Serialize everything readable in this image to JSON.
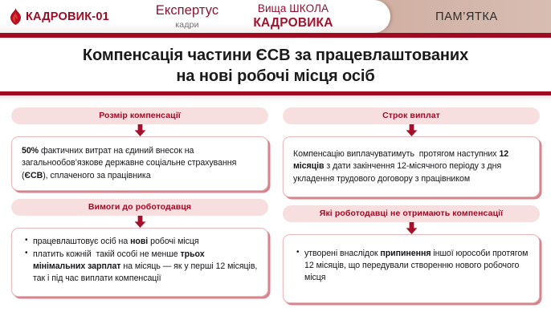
{
  "header": {
    "brand_name": "КАДРОВИК-01",
    "brand_icon": "flame-icon",
    "logo_expertus_line1": "Експертус",
    "logo_expertus_line2": "кадри",
    "logo_school_line1": "Вища ШКОЛА",
    "logo_school_line2": "КАДРОВИКА",
    "school_icon": "graduation-cap-icon",
    "memo_badge": "ПАМ’ЯТКА",
    "accent_color": "#9e0b23",
    "badge_bg_color": "#cdaa9c"
  },
  "title": {
    "line1": "Компенсація частини ЄСВ за працевлаштованих",
    "line2": "на нові робочі місця осіб"
  },
  "sections": {
    "compensation_amount": {
      "pill_label": "Розмір компенсації",
      "arrow_icon": "arrow-down-icon",
      "body_html": "<b>50%</b> фактичних витрат на єдиний внесок на загальнообов’язкове державне соціальне страхування (<b>ЄСВ</b>), сплаченого за працівника"
    },
    "payment_term": {
      "pill_label": "Строк виплат",
      "arrow_icon": "arrow-down-icon",
      "body_html": "Компенсацію виплачуватимуть&nbsp; протягом наступних <b>12 місяців</b> з дати закінчення 12-місячного періоду з дня укладення трудового договору з працівником"
    },
    "employer_requirements": {
      "pill_label": "Вимоги до роботодавця",
      "arrow_icon": "arrow-down-icon",
      "bullets_html": [
        "працевлаштовує осіб на <b>нові</b> робочі місця",
        "платить кожній&nbsp; такій особі не менше <b>трьох мінімальних зарплат</b> на місяць — як у перші 12 місяців, так і під час виплати компенсації"
      ]
    },
    "excluded_employers": {
      "pill_label": "Які роботодавці не отримають компенсації",
      "arrow_icon": "arrow-down-icon",
      "bullets_html": [
        "утворені внаслідок <b>припинення</b> іншої юрособи протягом 12 місяців, що передували створенню нового робочого місця"
      ]
    }
  }
}
